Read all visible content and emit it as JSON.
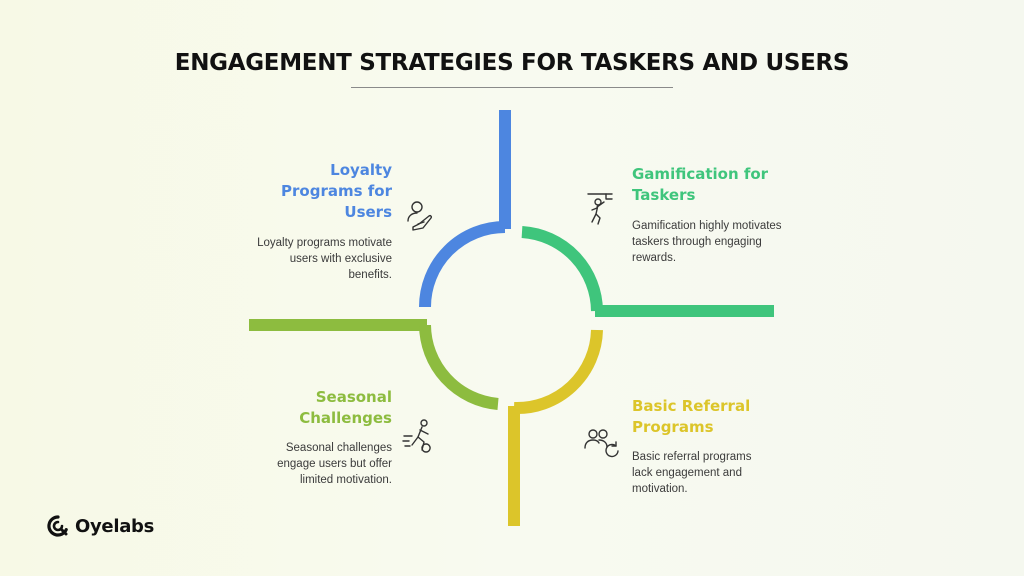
{
  "title": "ENGAGEMENT STRATEGIES FOR TASKERS AND USERS",
  "quadrants": [
    {
      "id": "loyalty",
      "heading": "Loyalty Programs for Users",
      "heading_lines": [
        "Loyalty",
        "Programs for",
        "Users"
      ],
      "description_lines": [
        "Loyalty programs motivate",
        "users with exclusive",
        "benefits."
      ],
      "color": "#4d86e0",
      "icon": "hand-holding-person-icon"
    },
    {
      "id": "gamification",
      "heading": "Gamification for Taskers",
      "heading_lines": [
        "Gamification for",
        "Taskers"
      ],
      "description_lines": [
        "Gamification highly motivates",
        "taskers through engaging",
        "rewards."
      ],
      "color": "#3fc57c",
      "icon": "basketball-player-icon"
    },
    {
      "id": "seasonal",
      "heading": "Seasonal Challenges",
      "heading_lines": [
        "Seasonal",
        "Challenges"
      ],
      "description_lines": [
        "Seasonal challenges",
        "engage users but offer",
        "limited motivation."
      ],
      "color": "#8dbc3f",
      "icon": "running-person-icon"
    },
    {
      "id": "referral",
      "heading": "Basic Referral Programs",
      "heading_lines": [
        "Basic Referral",
        "Programs"
      ],
      "description_lines": [
        "Basic referral programs",
        "lack engagement and",
        "motivation."
      ],
      "color": "#dcc52a",
      "icon": "referral-users-icon"
    }
  ],
  "brand": {
    "name": "Oyelabs",
    "icon": "oyelabs-logo-icon"
  }
}
